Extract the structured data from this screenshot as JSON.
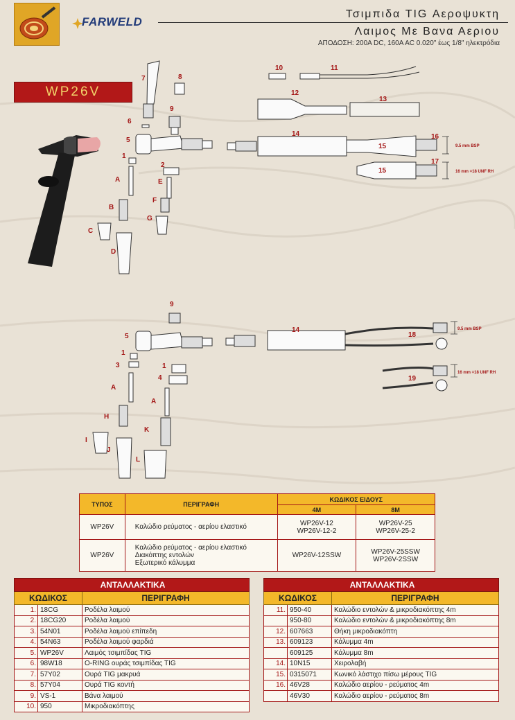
{
  "header": {
    "brand": "FARWELD",
    "title1": "Τσιμπιδα TIG Αεροψυκτη",
    "title2": "Λαιμος Με Βανα Αεριου",
    "subtitle": "ΑΠΟΔΟΣΗ: 200A DC, 160A AC 0.020\" έως 1/8\" ηλεκτρόδια"
  },
  "model": "WP26V",
  "labels": {
    "n1": "1",
    "n2": "2",
    "n3": "3",
    "n4": "4",
    "n5": "5",
    "n6": "6",
    "n7": "7",
    "n8": "8",
    "n9": "9",
    "n10": "10",
    "n11": "11",
    "n12": "12",
    "n13": "13",
    "n14": "14",
    "n15": "15",
    "n16": "16",
    "n17": "17",
    "n18": "18",
    "n19": "19",
    "A": "A",
    "B": "B",
    "C": "C",
    "D": "D",
    "E": "E",
    "F": "F",
    "G": "G",
    "H": "H",
    "I": "I",
    "J": "J",
    "K": "K",
    "L": "L",
    "bsp": "9.5 mm BSP",
    "unf": "16 mm =18 UNF RH"
  },
  "type_table": {
    "h_type": "ΤΥΠΟΣ",
    "h_desc": "ΠΕΡΙΓΡΑΦΗ",
    "h_code": "ΚΩΔΙΚΟΣ ΕΙΔΟΥΣ",
    "h_4m": "4M",
    "h_8m": "8M",
    "rows": [
      {
        "type": "WP26V",
        "desc1": "Καλώδιο ρεύματος - αερίου ελαστικό",
        "desc2": "",
        "desc3": "",
        "c4a": "WP26V-12",
        "c4b": "WP26V-12-2",
        "c8a": "WP26V-25",
        "c8b": "WP26V-25-2"
      },
      {
        "type": "WP26V",
        "desc1": "Καλώδιο ρεύματος - αερίου ελαστικό",
        "desc2": "Διακόπτης εντολών",
        "desc3": "Εξωτερικό κάλυμμα",
        "c4a": "WP26V-12SSW",
        "c4b": "",
        "c8a": "WP26V-25SSW",
        "c8b": "WP26V-2SSW"
      }
    ]
  },
  "parts_left": {
    "caption": "ΑΝΤΑΛΛΑΚΤΙΚΑ",
    "h_code": "ΚΩΔΙΚΟΣ",
    "h_desc": "ΠΕΡΙΓΡΑΦΗ",
    "rows": [
      {
        "num": "1.",
        "code": "18CG",
        "desc": "Ροδέλα λαιμού"
      },
      {
        "num": "2.",
        "code": "18CG20",
        "desc": "Ροδέλα λαιμού"
      },
      {
        "num": "3.",
        "code": "54N01",
        "desc": "Ροδέλα λαιμού επίπεδη"
      },
      {
        "num": "4.",
        "code": "54N63",
        "desc": "Ροδέλα λαιμού φαρδιά"
      },
      {
        "num": "5.",
        "code": "WP26V",
        "desc": "Λαιμός τσιμπίδας TIG"
      },
      {
        "num": "6.",
        "code": "98W18",
        "desc": "O-RING ουράς τσιμπίδας TIG"
      },
      {
        "num": "7.",
        "code": "57Y02",
        "desc": "Ουρά TIG μακρυά"
      },
      {
        "num": "8.",
        "code": "57Y04",
        "desc": "Ουρά TIG κοντή"
      },
      {
        "num": "9.",
        "code": "VS-1",
        "desc": "Βάνα λαιμού"
      },
      {
        "num": "10.",
        "code": "950",
        "desc": "Μικροδιακόπτης"
      }
    ]
  },
  "parts_right": {
    "caption": "ΑΝΤΑΛΛΑΚΤΙΚΑ",
    "h_code": "ΚΩΔΙΚΟΣ",
    "h_desc": "ΠΕΡΙΓΡΑΦΗ",
    "rows": [
      {
        "num": "11.",
        "code": "950-40",
        "desc": "Καλώδιο εντολών & μικροδιακόπτης 4m"
      },
      {
        "num": "",
        "code": "950-80",
        "desc": "Καλώδιο εντολών & μικροδιακόπτης 8m"
      },
      {
        "num": "12.",
        "code": "607663",
        "desc": "Θήκη μικροδιακόπτη"
      },
      {
        "num": "13.",
        "code": "609123",
        "desc": "Κάλυμμα 4m"
      },
      {
        "num": "",
        "code": "609125",
        "desc": "Κάλυμμα 8m"
      },
      {
        "num": "14.",
        "code": "10N15",
        "desc": "Χειρολαβή"
      },
      {
        "num": "15.",
        "code": "0315071",
        "desc": "Κωνικό λάστιχο πίσω μέρους TIG"
      },
      {
        "num": "16.",
        "code": "46V28",
        "desc": "Καλώδιο αερίου - ρεύματος 4m"
      },
      {
        "num": "",
        "code": "46V30",
        "desc": "Καλώδιο αερίου - ρεύματος 8m"
      }
    ]
  },
  "colors": {
    "accent_red": "#b21818",
    "header_yellow": "#f3b82a",
    "label_red": "#a31515",
    "background": "#e9e2d6"
  }
}
